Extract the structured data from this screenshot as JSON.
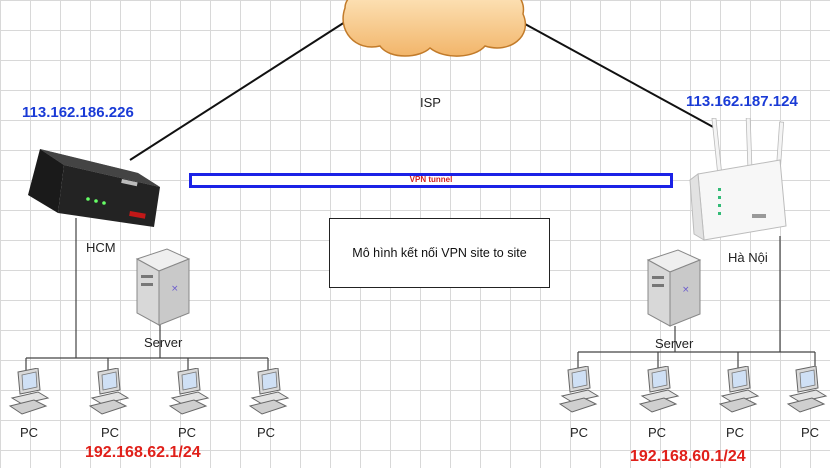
{
  "isp": {
    "label": "ISP"
  },
  "vpn": {
    "tunnel_label": "VPN tunnel"
  },
  "caption": "Mô hình kết nối VPN site to site",
  "hcm": {
    "public_ip": "113.162.186.226",
    "router_label": "HCM",
    "server_label": "Server",
    "lan_subnet": "192.168.62.1/24",
    "pcs": [
      "PC",
      "PC",
      "PC",
      "PC"
    ]
  },
  "hanoi": {
    "public_ip": "113.162.187.124",
    "router_label": "Hà Nội",
    "server_label": "Server",
    "lan_subnet": "192.168.60.1/24",
    "pcs": [
      "PC",
      "PC",
      "PC",
      "PC"
    ]
  },
  "colors": {
    "ip_public": "#1a3bd6",
    "ip_lan": "#e0201a",
    "tunnel": "#1b22e6",
    "cloud": "#f6c27a"
  },
  "icons": [
    "cloud-icon",
    "router-icon",
    "server-icon",
    "pc-icon"
  ]
}
